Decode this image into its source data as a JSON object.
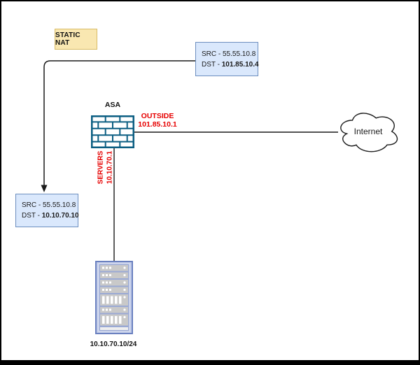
{
  "diagram": {
    "note": {
      "label": "STATIC NAT"
    },
    "packet_top": {
      "src": "SRC - 55.55.10.8",
      "dst_prefix": "DST - ",
      "dst_value": "101.85.10.4"
    },
    "packet_left": {
      "src": "SRC - 55.55.10.8",
      "dst_prefix": "DST - ",
      "dst_value": "10.10.70.10"
    },
    "firewall": {
      "label": "ASA"
    },
    "interface_outside": {
      "label": "OUTSIDE",
      "ip": "101.85.10.1"
    },
    "interface_servers": {
      "label": "SERVERS",
      "ip": "10.10.70.1"
    },
    "internet": {
      "label": "Internet"
    },
    "server": {
      "label": "10.10.70.10/24"
    },
    "colors": {
      "packet_box_fill": "#dae8fc",
      "packet_box_stroke": "#6c8ebf",
      "note_fill": "#f9e7b1",
      "note_stroke": "#d8bb66",
      "interface_label_red": "#e60000",
      "firewall_brick": "#0b5e82",
      "server_frame": "#6b81c0",
      "connector": "#1a1a1a"
    }
  }
}
